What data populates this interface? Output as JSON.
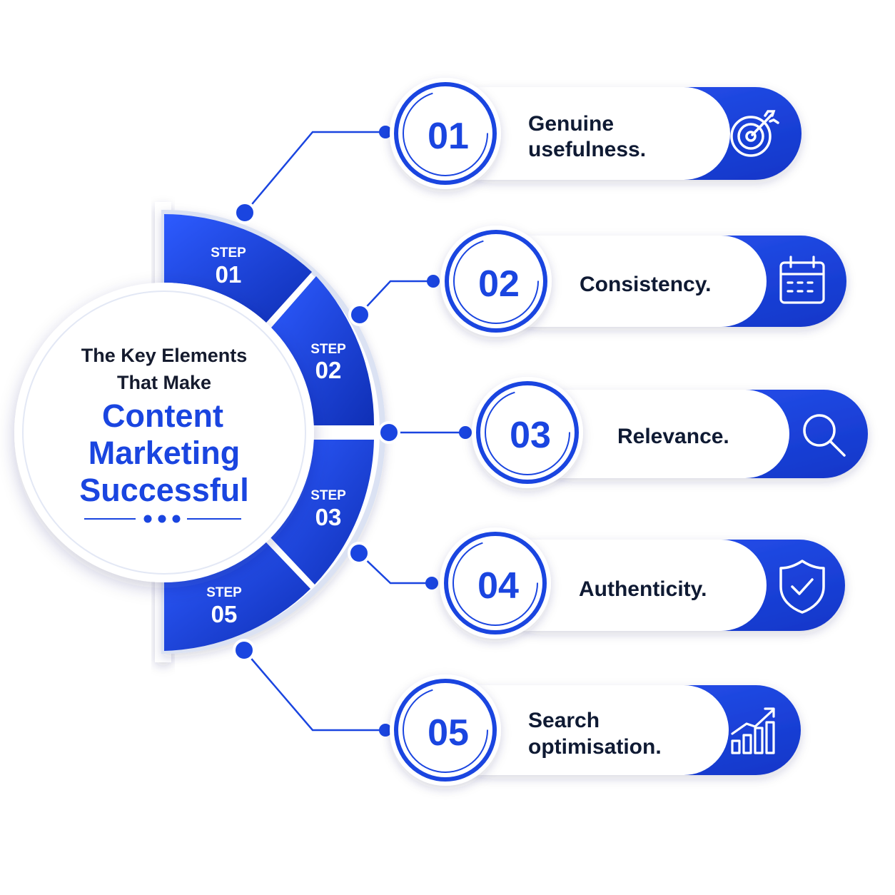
{
  "title": {
    "line1": "The Key Elements",
    "line2": "That Make",
    "line3": "Content",
    "line4": "Marketing",
    "line5": "Successful"
  },
  "colors": {
    "primary": "#1a45e0",
    "primary_dark": "#0f2fb5",
    "text_dark": "#0f1a33",
    "background": "#ffffff"
  },
  "segments": [
    {
      "step": "STEP",
      "number": "01"
    },
    {
      "step": "STEP",
      "number": "02"
    },
    {
      "step": "STEP",
      "number": "03"
    },
    {
      "step": "STEP",
      "number": "05"
    }
  ],
  "items": [
    {
      "number": "01",
      "label_line1": "Genuine",
      "label_line2": "usefulness.",
      "icon": "target-icon"
    },
    {
      "number": "02",
      "label_line1": "Consistency.",
      "label_line2": "",
      "icon": "calendar-icon"
    },
    {
      "number": "03",
      "label_line1": "Relevance.",
      "label_line2": "",
      "icon": "search-icon"
    },
    {
      "number": "04",
      "label_line1": "Authenticity.",
      "label_line2": "",
      "icon": "shield-check-icon"
    },
    {
      "number": "05",
      "label_line1": "Search",
      "label_line2": "optimisation.",
      "icon": "growth-chart-icon"
    }
  ]
}
